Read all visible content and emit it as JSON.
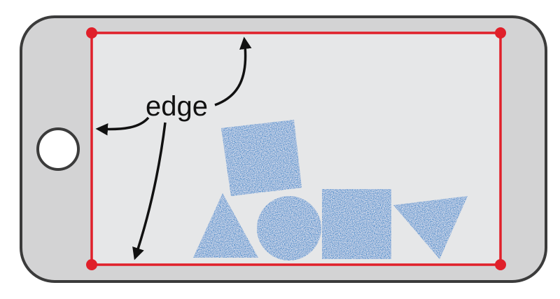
{
  "diagram": {
    "label": "edge",
    "colors": {
      "device_body": "#d3d3d4",
      "device_outline": "#3b3b3b",
      "screen": "#e6e7e8",
      "edge_line": "#e0202a",
      "corner_dot": "#e0202a",
      "arrow": "#111111",
      "shapes": "#3a86c8"
    },
    "home_button": "circle",
    "shapes": [
      "square",
      "triangle",
      "circle",
      "square",
      "triangle"
    ]
  }
}
